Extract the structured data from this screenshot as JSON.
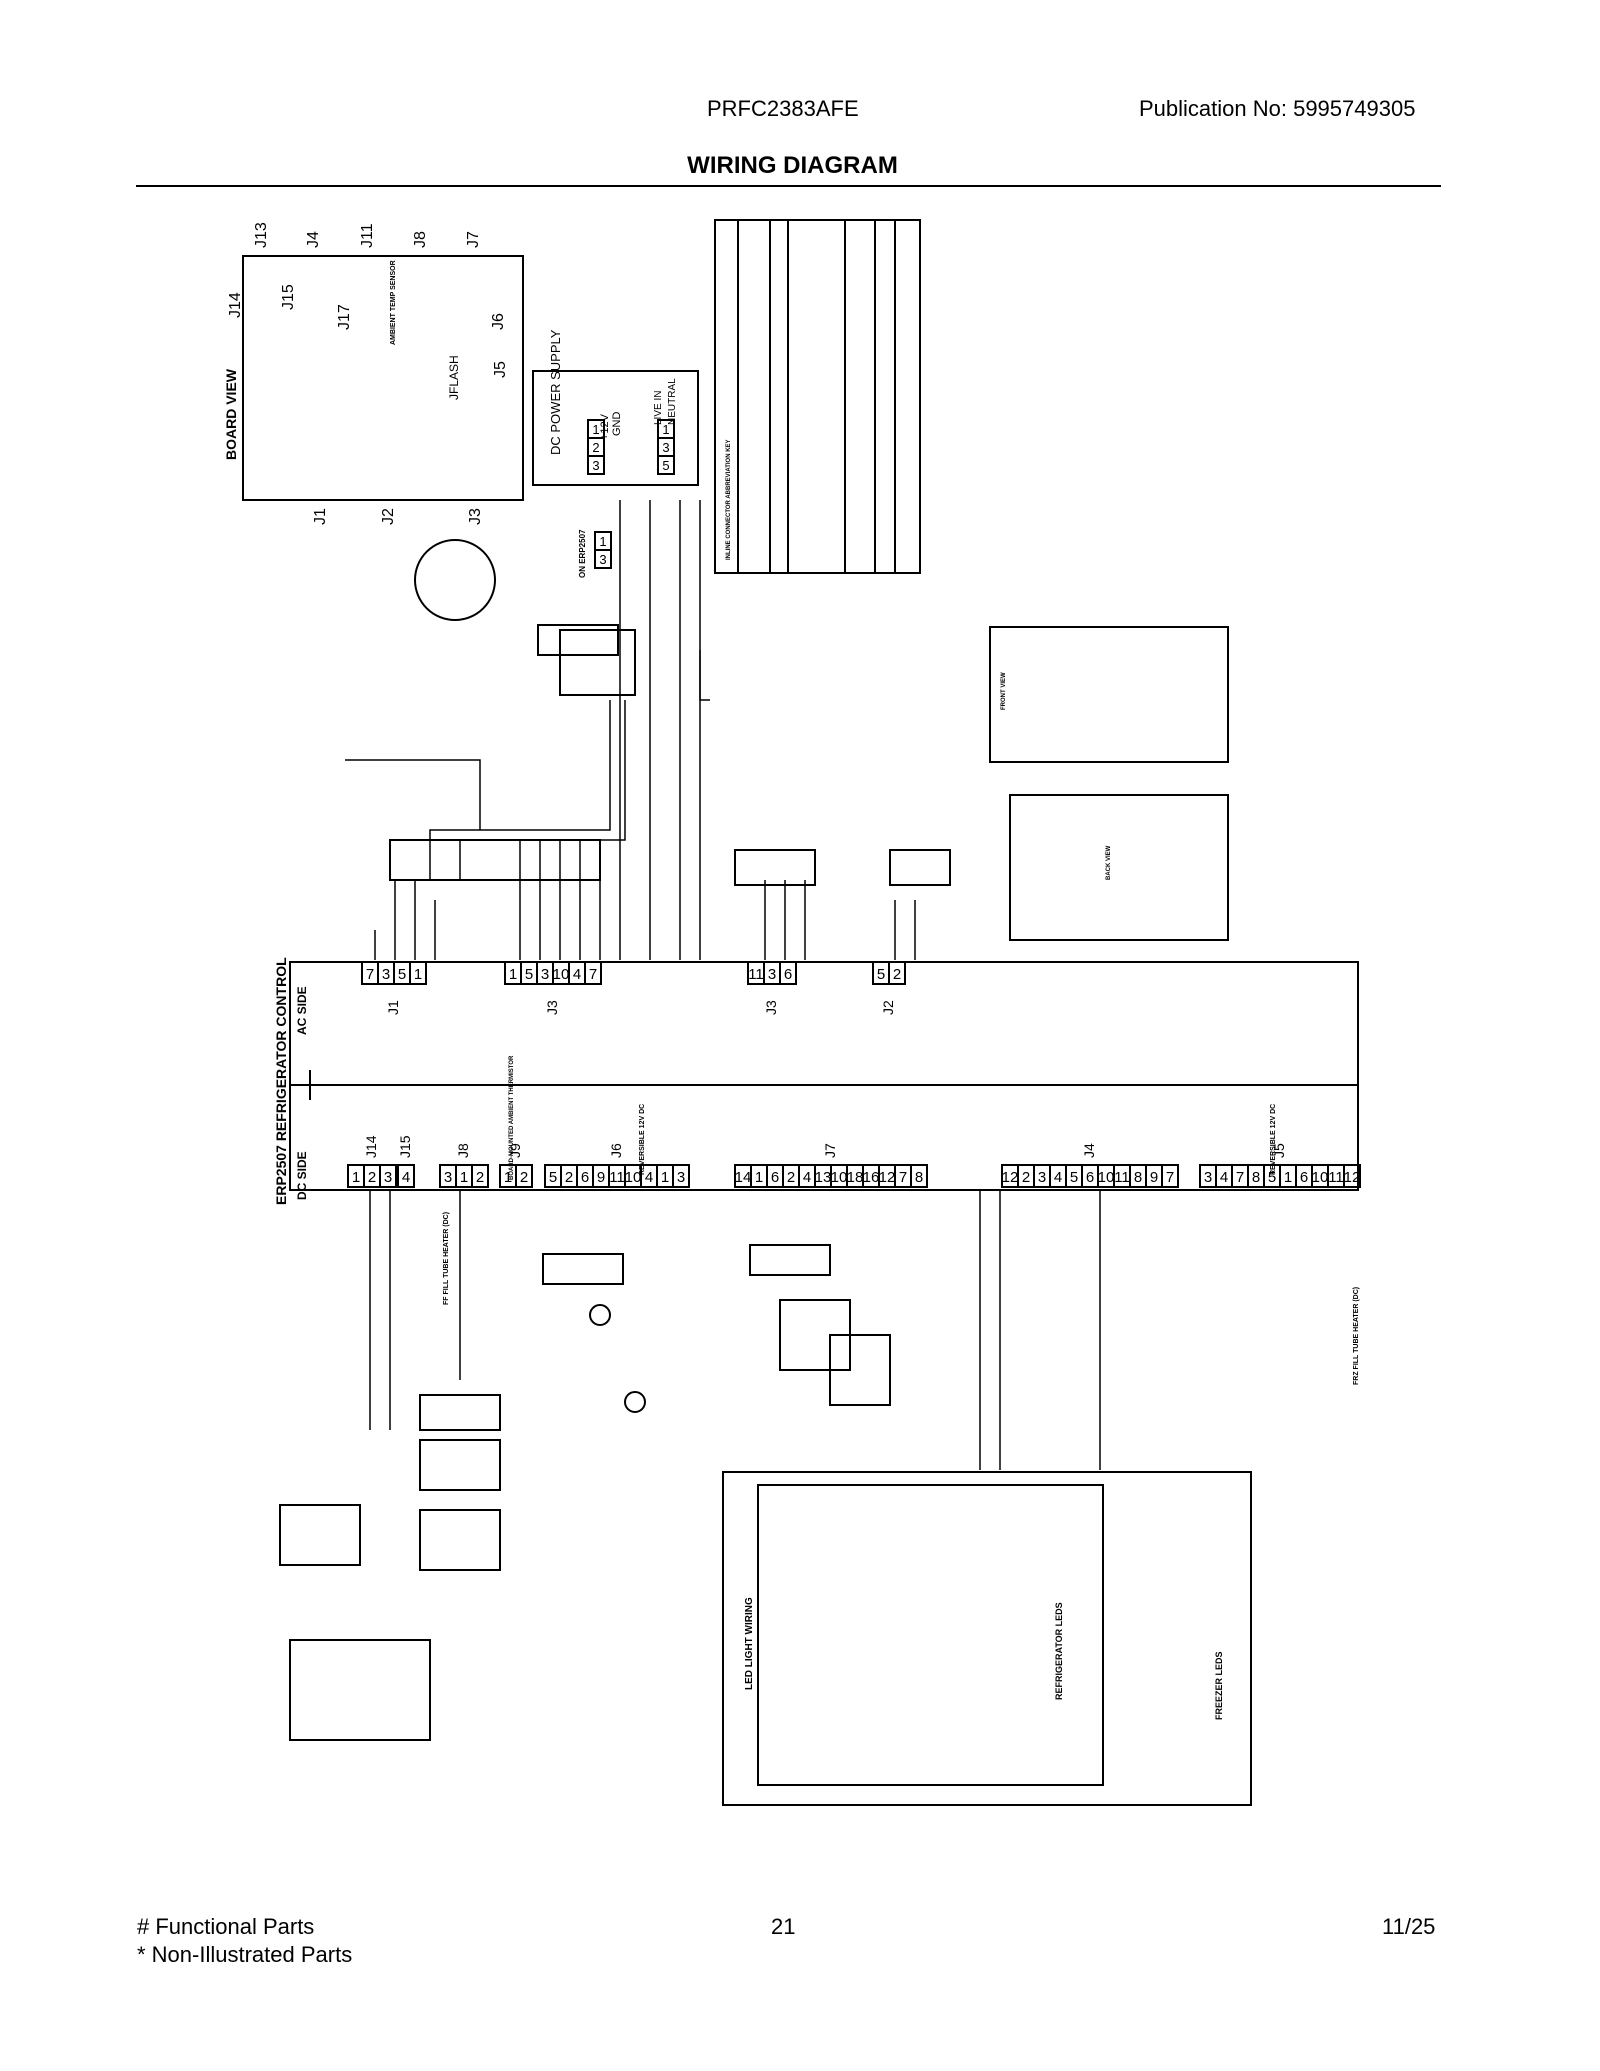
{
  "header": {
    "model": "PRFC2383AFE",
    "publication": "Publication No:  5995749305",
    "title": "WIRING DIAGRAM"
  },
  "footer": {
    "functional": "# Functional Parts",
    "non_illustrated": "* Non-Illustrated Parts",
    "page": "21",
    "date": "11/25"
  },
  "labels": {
    "board_view": "BOARD VIEW",
    "j13": "J13",
    "j4": "J4",
    "j11": "J11",
    "j8": "J8",
    "j7": "J7",
    "j14": "J14",
    "j15": "J15",
    "j17": "J17",
    "j6": "J6",
    "j5": "J5",
    "j1": "J1",
    "j2": "J2",
    "j3": "J3",
    "j9": "J9",
    "jflash": "JFLASH",
    "ambient": "AMBIENT TEMP SENSOR",
    "dc_power_supply": "DC POWER SUPPLY",
    "plus12v": "+12V",
    "gnd": "GND",
    "live_in": "LIVE IN",
    "neutral": "NEUTRAL",
    "on_erp": "ON ERP2507",
    "control_title": "ERP2507 REFRIGERATOR CONTROL",
    "ac_side": "AC SIDE",
    "dc_side": "DC SIDE",
    "led_light_wiring": "LED LIGHT WIRING",
    "refrigerator_leds": "REFRIGERATOR LEDS",
    "freezer_leds": "FREEZER LEDS",
    "ff_fill_tube": "FF FILL TUBE HEATER (DC)",
    "frz_fill_tube": "FRZ FILL TUBE HEATER (DC)",
    "reversible": "REVERSIBLE 12V DC",
    "board_mounted": "BOARD-MOUNTED AMBIENT THERMISTOR",
    "back_view": "BACK VIEW",
    "front_view": "FRONT VIEW",
    "key_title": "INLINE CONNECTOR ABBREVIATION KEY"
  },
  "ac_connectors": [
    {
      "name": "J1",
      "pins": [
        "7",
        "3",
        "5",
        "1"
      ]
    },
    {
      "name": "J3",
      "pins": [
        "1",
        "5",
        "3",
        "10",
        "4",
        "7"
      ]
    },
    {
      "name": "J3",
      "pins": [
        "11",
        "3",
        "6"
      ]
    },
    {
      "name": "J2",
      "pins": [
        "5",
        "2"
      ]
    }
  ],
  "dc_connectors": [
    {
      "name": "J14",
      "pins": [
        "1",
        "2",
        "3"
      ]
    },
    {
      "name": "J15",
      "pins": [
        "4"
      ]
    },
    {
      "name": "J8",
      "pins": [
        "3",
        "1",
        "2"
      ]
    },
    {
      "name": "J9",
      "pins": [
        "1",
        "2"
      ]
    },
    {
      "name": "J6",
      "pins": [
        "5",
        "2",
        "6",
        "9",
        "11",
        "10",
        "4",
        "1",
        "3"
      ]
    },
    {
      "name": "J7",
      "pins": [
        "14",
        "1",
        "6",
        "2",
        "4",
        "13",
        "10",
        "18",
        "16",
        "12",
        "7",
        "8"
      ]
    },
    {
      "name": "J4",
      "pins": [
        "12",
        "2",
        "3",
        "4",
        "5",
        "6",
        "10",
        "11",
        "8",
        "9",
        "7"
      ]
    },
    {
      "name": "J5",
      "pins": [
        "3",
        "4",
        "7",
        "8",
        "5",
        "1",
        "6",
        "10",
        "11",
        "12"
      ]
    }
  ],
  "power_supply": {
    "j2": [
      "1",
      "2",
      "3"
    ],
    "j1": [
      "1",
      "3",
      "5"
    ],
    "j17": [
      "1",
      "3"
    ]
  }
}
